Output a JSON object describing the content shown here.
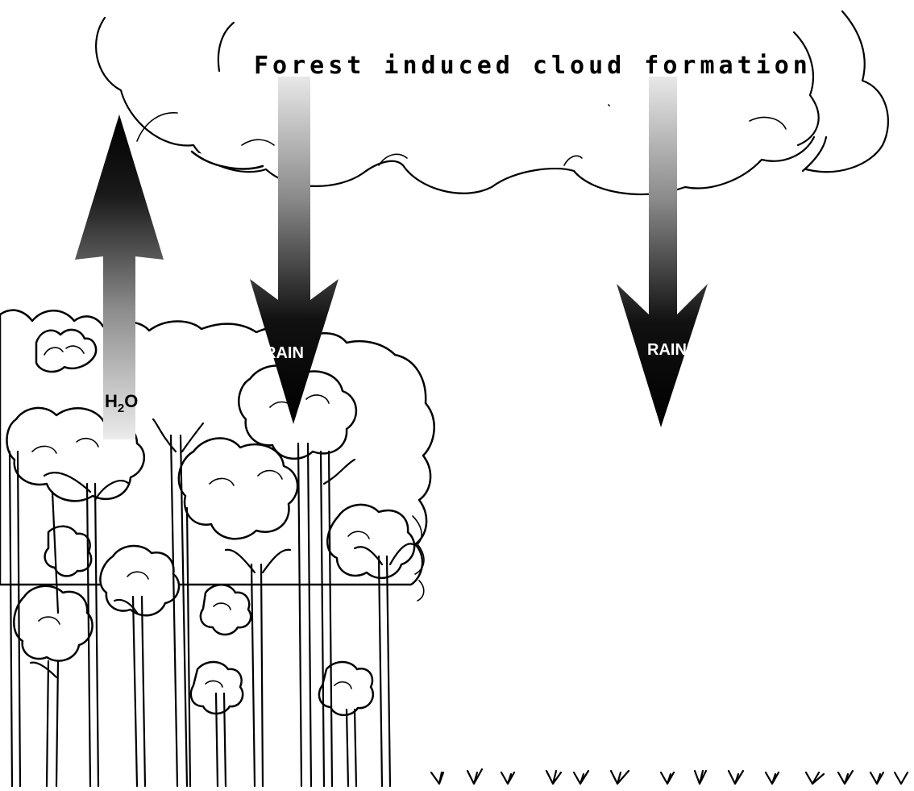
{
  "diagram": {
    "title": "Forest induced cloud formation",
    "rain_label": "RAIN",
    "h2o": {
      "main": "H",
      "subscript": "2",
      "tail": "O"
    }
  },
  "colors": {
    "ink": "#000000",
    "paper": "#ffffff",
    "arrow_fade": "#e6e6e6"
  }
}
